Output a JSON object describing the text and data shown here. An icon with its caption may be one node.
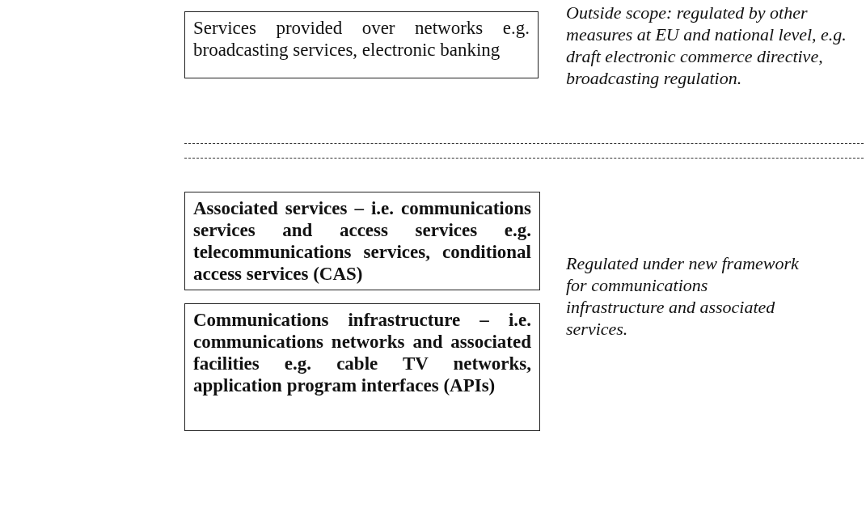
{
  "diagram": {
    "nodes": [
      {
        "text": [
          "Services provided over networks e.g. broadcasting services, electronic banking"
        ]
      },
      {
        "text": [
          "Associated services – i.e. communications services and access services e.g. telecommunications services, conditional access services (CAS)"
        ]
      },
      {
        "text": [
          "Communications infrastructure – i.e. communications networks and associated facilities e.g. cable TV networks, application program interfaces (APIs)"
        ]
      }
    ],
    "labels": [
      "Outside scope: regulated by other measures at EU and national level, e.g. draft electronic commerce directive, broadcasting regulation.",
      "Regulated under new framework for communications infrastructure and associated services."
    ]
  }
}
